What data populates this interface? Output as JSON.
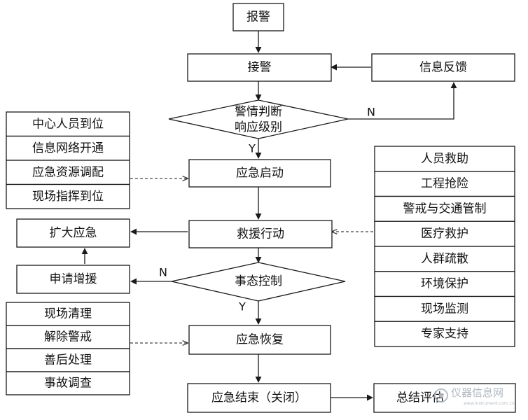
{
  "flow": {
    "report": "报警",
    "receive": "接警",
    "judge_line1": "警情判断",
    "judge_line2": "响应级别",
    "start": "应急启动",
    "rescue": "救援行动",
    "control": "事态控制",
    "recover": "应急恢复",
    "end": "应急结束（关闭）",
    "summary": "总结评估"
  },
  "side": {
    "feedback": "信息反馈",
    "expand": "扩大应急",
    "request": "申请增援"
  },
  "labels": {
    "yes": "Y",
    "no": "N"
  },
  "start_tasks": [
    "中心人员到位",
    "信息网络开通",
    "应急资源调配",
    "现场指挥到位"
  ],
  "rescue_tasks": [
    "人员救助",
    "工程抢险",
    "警戒与交通管制",
    "医疗救护",
    "人群疏散",
    "环境保护",
    "现场监测",
    "专家支持"
  ],
  "recover_tasks": [
    "现场清理",
    "解除警戒",
    "善后处理",
    "事故调查"
  ],
  "watermark": {
    "text": "仪器信息网",
    "sub": "www.instrument.com.cn"
  }
}
